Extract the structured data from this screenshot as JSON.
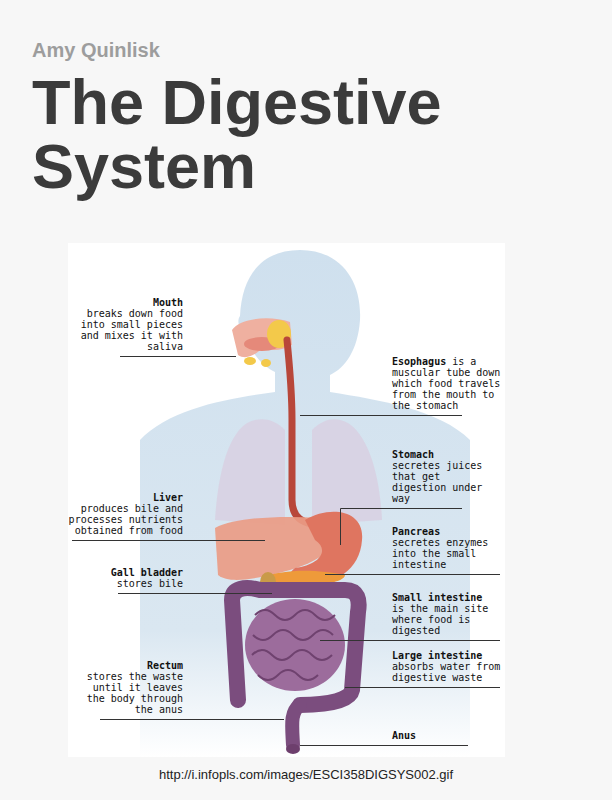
{
  "diagram": {
    "title": "The Digestive System",
    "caption": "http://i.infopls.com/images/ESCI358DIGSYS002.gif",
    "labels": [
      "Amy Quinlisk",
      "Mouth",
      "breaks down food into small pieces and mixes it with saliva",
      "Esophagus",
      "is a muscular tube down which food travels from the mouth to the stomach",
      "Stomach",
      "secretes juices that get digestion under way",
      "Liver",
      "produces bile and processes nutrients obtained from food",
      "Pancreas",
      "secretes enzymes into the small intestine",
      "Gall bladder",
      "stores bile",
      "Small intestine",
      "is the main site where food is digested",
      "Rectum",
      "stores the waste until it leaves the body through the anus",
      "Large intestine",
      "absorbs water from digestive waste",
      "Anus"
    ]
  }
}
